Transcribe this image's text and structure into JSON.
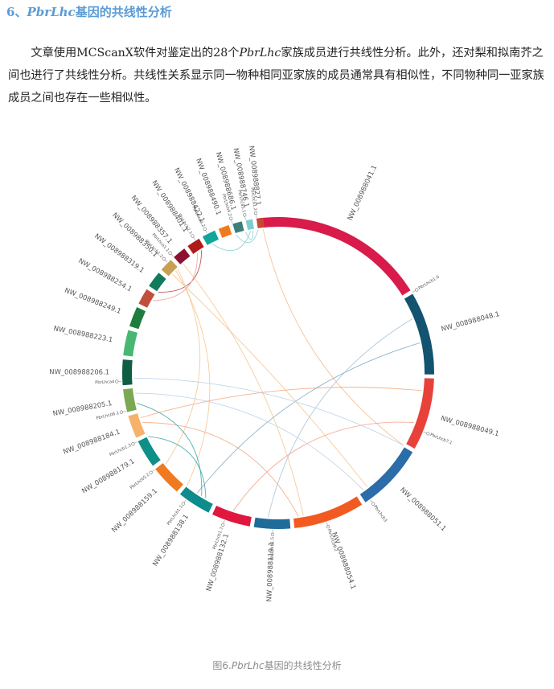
{
  "heading": {
    "prefix": "6、",
    "gene": "PbrLhc",
    "suffix": "基因的共线性分析"
  },
  "paragraph": {
    "part1": "文章使用MCScanX软件对鉴定出的28个",
    "gene": "PbrLhc",
    "part2": "家族成员进行共线性分析。此外，还对梨和拟南芥之间也进行了共线性分析。共线性关系显示同一物种相同亚家族的成员通常具有相似性，不同物种同一亚家族成员之间也存在一些相似性。"
  },
  "caption": {
    "prefix": "图6.",
    "gene": "PbrLhc",
    "suffix": "基因的共线性分析"
  },
  "chord_diagram": {
    "segments": [
      {
        "name": "NW_008988041.1",
        "color": "#d81b4a",
        "start": -8,
        "end": 58
      },
      {
        "name": "NW_008988048.1",
        "color": "#12536f",
        "start": 59.5,
        "end": 90.5
      },
      {
        "name": "NW_008988049.1",
        "color": "#e8413a",
        "start": 92,
        "end": 119
      },
      {
        "name": "NW_008988051.1",
        "color": "#2a6da8",
        "start": 120.5,
        "end": 146
      },
      {
        "name": "NW_008988054.1",
        "color": "#f25a22",
        "start": 147.5,
        "end": 174
      },
      {
        "name": "NW_008988119.1",
        "color": "#1f6c9a",
        "start": 175.5,
        "end": 189
      },
      {
        "name": "NW_008988132.1",
        "color": "#e0173e",
        "start": 190.5,
        "end": 205
      },
      {
        "name": "NW_008988138.1",
        "color": "#0c8c8c",
        "start": 206.5,
        "end": 219
      },
      {
        "name": "NW_008988159.1",
        "color": "#ef7a22",
        "start": 220.5,
        "end": 232
      },
      {
        "name": "NW_008988179.1",
        "color": "#0f8f88",
        "start": 233.5,
        "end": 244
      },
      {
        "name": "NW_008988184.1",
        "color": "#f6b16a",
        "start": 245.5,
        "end": 254
      },
      {
        "name": "NW_008988205.1",
        "color": "#7ca854",
        "start": 255.5,
        "end": 264
      },
      {
        "name": "NW_008988206.1",
        "color": "#0f5e44",
        "start": 265.5,
        "end": 275
      },
      {
        "name": "NW_008988223.1",
        "color": "#47b874",
        "start": 276.5,
        "end": 286
      },
      {
        "name": "NW_008988249.1",
        "color": "#1e7d3e",
        "start": 287.5,
        "end": 295
      },
      {
        "name": "NW_008988254.1",
        "color": "#c0503c",
        "start": 296.5,
        "end": 302.5
      },
      {
        "name": "NW_008988319.1",
        "color": "#117a5a",
        "start": 304,
        "end": 310
      },
      {
        "name": "NW_008988350.1",
        "color": "#c7a052",
        "start": 311.5,
        "end": 316.5
      },
      {
        "name": "NW_008988357.1",
        "color": "#8c1032",
        "start": 318,
        "end": 323
      },
      {
        "name": "NW_008988401.1",
        "color": "#b01a1a",
        "start": 324.5,
        "end": 329.5
      },
      {
        "name": "NW_008988422.1",
        "color": "#12a59a",
        "start": 331,
        "end": 336
      },
      {
        "name": "NW_008988490.1",
        "color": "#f07a1e",
        "start": 337.5,
        "end": 341.5
      },
      {
        "name": "NW_008988686.1",
        "color": "#3d7f7b",
        "start": 343,
        "end": 346.5
      },
      {
        "name": "NW_008988746.1",
        "color": "#7fcdcf",
        "start": 348,
        "end": 350.5
      },
      {
        "name": "NW_008988827.1",
        "color": "#c44a30",
        "start": 352,
        "end": 354.5
      }
    ],
    "genes": [
      {
        "label": "PbrLhcb1.6",
        "angle": 59
      },
      {
        "label": "PbrLhcb7.1",
        "angle": 112
      },
      {
        "label": "PbrLhcb3",
        "angle": 144
      },
      {
        "label": "PbrLhcb5.2",
        "angle": 162
      },
      {
        "label": "PbrLhcb1.5",
        "angle": 182
      },
      {
        "label": "PbrLhcb1.7",
        "angle": 200
      },
      {
        "label": "PbrLhcb1.1",
        "angle": 216
      },
      {
        "label": "PbrLhcb5.2",
        "angle": 232
      },
      {
        "label": "PbrLhcb1.3",
        "angle": 244
      },
      {
        "label": "PbrLhcb6.1",
        "angle": 256
      },
      {
        "label": "PbrLhca4",
        "angle": 267
      },
      {
        "label": "PbrLhcb1.2",
        "angle": 315
      },
      {
        "label": "PbrLhca1.1",
        "angle": 318
      },
      {
        "label": "PbrLhcb2.1",
        "angle": 328
      },
      {
        "label": "PbrLhca3.2",
        "angle": 333
      },
      {
        "label": "PbrLhcb4.2",
        "angle": 343
      },
      {
        "label": "PbrLhca5.1",
        "angle": 348
      },
      {
        "label": "PbrLhca1.2",
        "angle": 352
      }
    ],
    "links": [
      {
        "from": 350,
        "to": 347,
        "color": "#7fcdcf"
      },
      {
        "from": 349,
        "to": 333,
        "color": "#7fcdcf"
      },
      {
        "from": 352,
        "to": 343,
        "color": "#7fcdcf"
      },
      {
        "from": 328,
        "to": 304,
        "color": "#b33a3a"
      },
      {
        "from": 326,
        "to": 300,
        "color": "#e7a0a0"
      },
      {
        "from": 316,
        "to": 231,
        "color": "#f6c28a"
      },
      {
        "from": 313,
        "to": 142,
        "color": "#f6c28a"
      },
      {
        "from": 315,
        "to": 219,
        "color": "#f6c28a"
      },
      {
        "from": 319,
        "to": 170,
        "color": "#f6c28a"
      },
      {
        "from": 354,
        "to": 120,
        "color": "#f6b98a"
      },
      {
        "from": 252,
        "to": 97,
        "color": "#f4a57a"
      },
      {
        "from": 250,
        "to": 172,
        "color": "#f4a57a"
      },
      {
        "from": 244,
        "to": 210,
        "color": "#3aa3a3"
      },
      {
        "from": 214,
        "to": 78,
        "color": "#7ea8c4"
      },
      {
        "from": 184,
        "to": 68,
        "color": "#a4c2d8"
      },
      {
        "from": 198,
        "to": 110,
        "color": "#f2a08a"
      },
      {
        "from": 268,
        "to": 120,
        "color": "#b7cfe6"
      },
      {
        "from": 262,
        "to": 144,
        "color": "#b7cfe6"
      },
      {
        "from": 258,
        "to": 212,
        "color": "#3aa3a3"
      }
    ]
  }
}
